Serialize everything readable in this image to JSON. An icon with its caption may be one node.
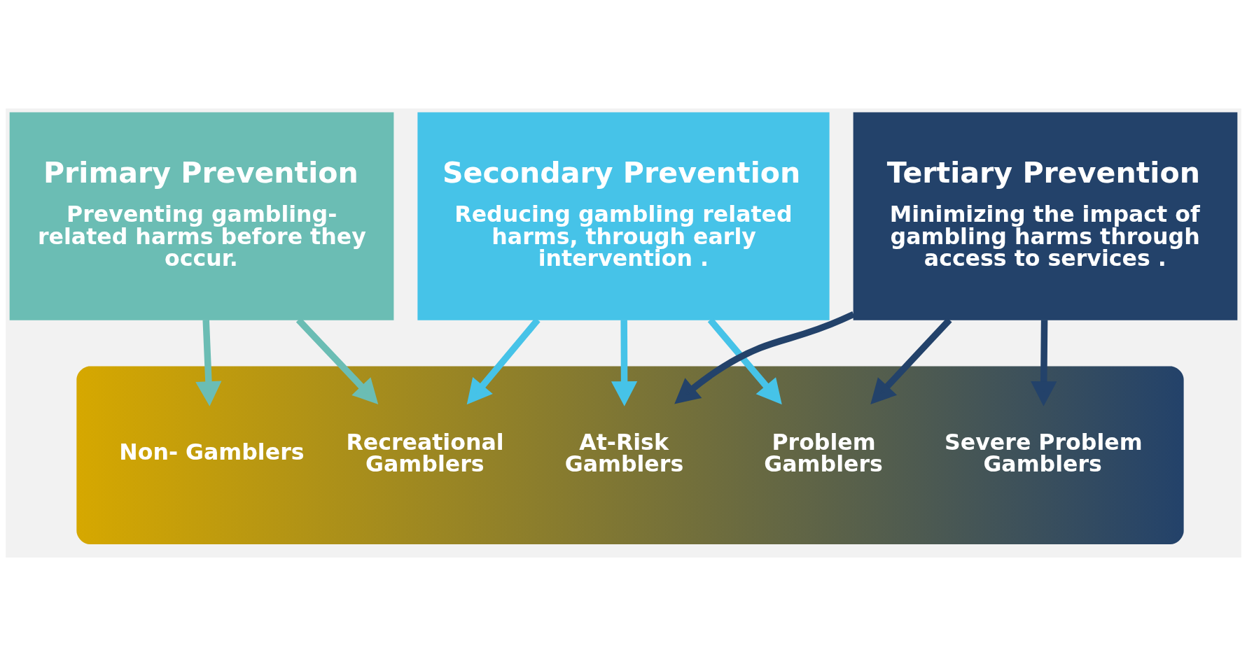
{
  "diagram": {
    "nodes": [
      {
        "text": [
          "Primary Prevention",
          "Preventing gambling- related harms before they occur."
        ]
      },
      {
        "text": [
          "Secondary Prevention",
          "Reducing gambling related harms, through early intervention ."
        ]
      },
      {
        "text": [
          "Tertiary Prevention",
          "Minimizing the impact of gambling harms through access to services ."
        ]
      },
      {
        "text": [],
        "shape": "arrow"
      },
      {
        "text": [
          "Non- Gamblers"
        ],
        "in": 3
      },
      {
        "text": [
          "Recreational Gamblers"
        ],
        "in": 3
      },
      {
        "text": [
          "At-Risk Gamblers"
        ],
        "in": 3
      },
      {
        "text": [
          "Problem Gamblers"
        ],
        "in": 3
      },
      {
        "text": [
          "Severe Problem Gamblers"
        ],
        "in": 3
      }
    ],
    "edges": [
      {
        "from": 0,
        "to": 4,
        "arrow": "to",
        "color": "#6bbdb4"
      },
      {
        "from": 0,
        "to": 5,
        "arrow": "to",
        "color": "#6bbdb4"
      },
      {
        "from": 1,
        "to": 5,
        "arrow": "to",
        "color": "#46c3e8"
      },
      {
        "from": 1,
        "to": 6,
        "arrow": "to",
        "color": "#46c3e8"
      },
      {
        "from": 1,
        "to": 7,
        "arrow": "to",
        "color": "#46c3e8"
      },
      {
        "from": 2,
        "to": 6,
        "arrow": "to",
        "color": "#23426a"
      },
      {
        "from": 2,
        "to": 7,
        "arrow": "to",
        "color": "#23426a"
      },
      {
        "from": 2,
        "to": 8,
        "arrow": "to",
        "color": "#23426a"
      }
    ]
  }
}
